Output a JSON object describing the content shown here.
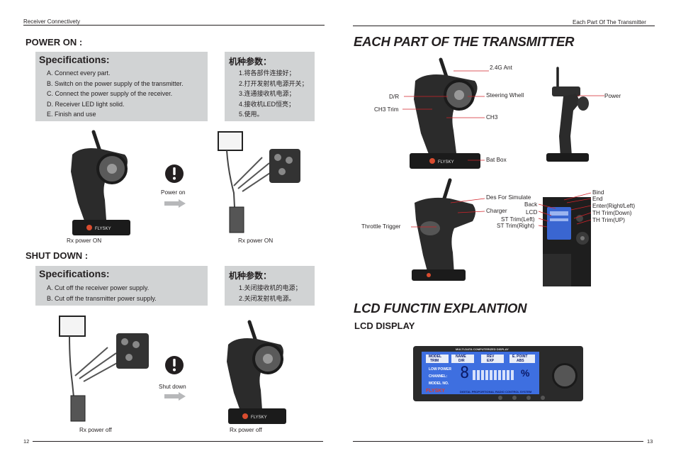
{
  "header": {
    "left": "Receiver Connectivety",
    "right": "Each Part Of The Transmitter"
  },
  "footer": {
    "left_page": "12",
    "right_page": "13"
  },
  "power_on": {
    "title": "POWER ON :",
    "spec_title": "Specifications:",
    "spec_items": [
      "A. Connect every part.",
      "B. Switch on the power supply of the transmitter.",
      "C. Connect the power supply of the receiver.",
      "D. Receiver LED light solid.",
      "E. Finish and use"
    ],
    "cn_title": "机种参数：",
    "cn_items": [
      "1.将各部件连接好；",
      "2.打开发射机电源开关；",
      "3.连通接收机电源；",
      "4.接收机LED恒亮；",
      "5.使用。"
    ],
    "arrow_label": "Power on",
    "caption_left": "Rx power ON",
    "caption_right": "Rx power ON"
  },
  "shut_down": {
    "title": "SHUT DOWN :",
    "spec_title": "Specifications:",
    "spec_items": [
      "A. Cut off the receiver power supply.",
      "B. Cut off the transmitter power supply."
    ],
    "cn_title": "机种参数：",
    "cn_items": [
      "1.关闭接收机的电源；",
      "2.关闭发射机电源。"
    ],
    "arrow_label": "Shut down",
    "caption_left": "Rx power off",
    "caption_right": "Rx power off"
  },
  "transmitter": {
    "title": "EACH PART OF THE TRANSMITTER",
    "labels_top": [
      "2.4G Ant",
      "D/R",
      "Steering Whell",
      "CH3 Trim",
      "CH3",
      "Bat Box",
      "Power"
    ],
    "labels_mid": [
      "Des For Simulate",
      "Charger",
      "Throttle Trigger"
    ],
    "labels_right_left": [
      "Back",
      "LCD",
      "ST Trim(Left)",
      "ST Trim(Right)"
    ],
    "labels_right_right": [
      "Bind",
      "End",
      "Enter(Right/Left)",
      "TH Trim(Down)",
      "TH Trim(UP)"
    ]
  },
  "lcd": {
    "title": "LCD FUNCTIN EXPLANTION",
    "subtitle": "LCD DISPLAY",
    "top_banner": "MULTI-DATA COMPUTERIZED DISPLAY",
    "bottom_banner": "DIGITAL PROPORTIONAL RADIO CONTROL SYSTEM",
    "cells_top": [
      "MODEL",
      "NAME",
      "REV",
      "E. POINT"
    ],
    "cells_bottom": [
      "TRIM",
      "D/R",
      "EXP",
      "ABS"
    ],
    "rows": [
      "LOW POWER",
      "CHANNEL:",
      "MODEL NO."
    ],
    "brand": "FLYSKY"
  }
}
